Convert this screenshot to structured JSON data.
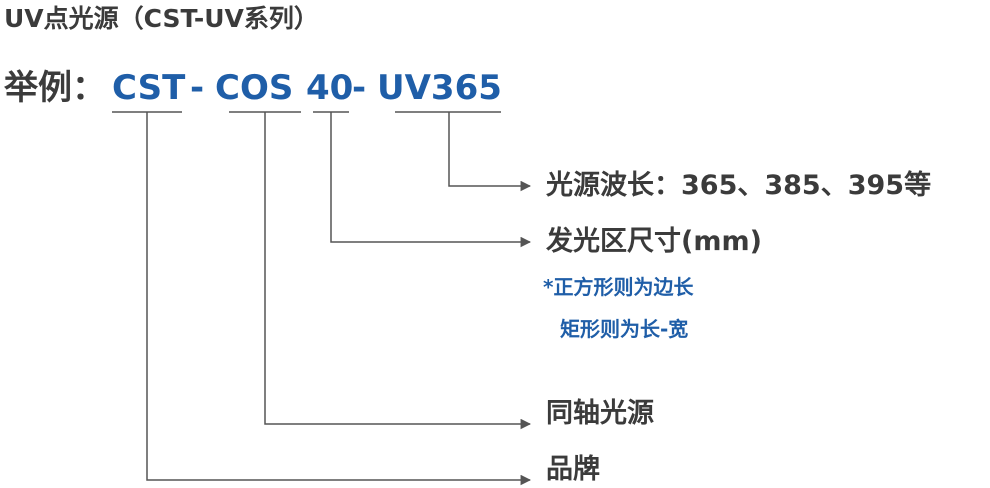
{
  "title": "UV点光源（CST-UV系列）",
  "example": {
    "label": "举例：",
    "segments": {
      "brand": "CST",
      "sep1": "-",
      "series": "COS",
      "size": "40",
      "sep2": "-",
      "wavelength": "UV365"
    }
  },
  "descriptions": {
    "wavelength": "光源波长：365、385、395等",
    "size": "发光区尺寸(mm)",
    "size_note_1": "*正方形则为边长",
    "size_note_2": "矩形则为长-宽",
    "series": "同轴光源",
    "brand": "品牌"
  },
  "colors": {
    "accent": "#1f5ea8",
    "text": "#3b3b3b",
    "line": "#555555"
  }
}
